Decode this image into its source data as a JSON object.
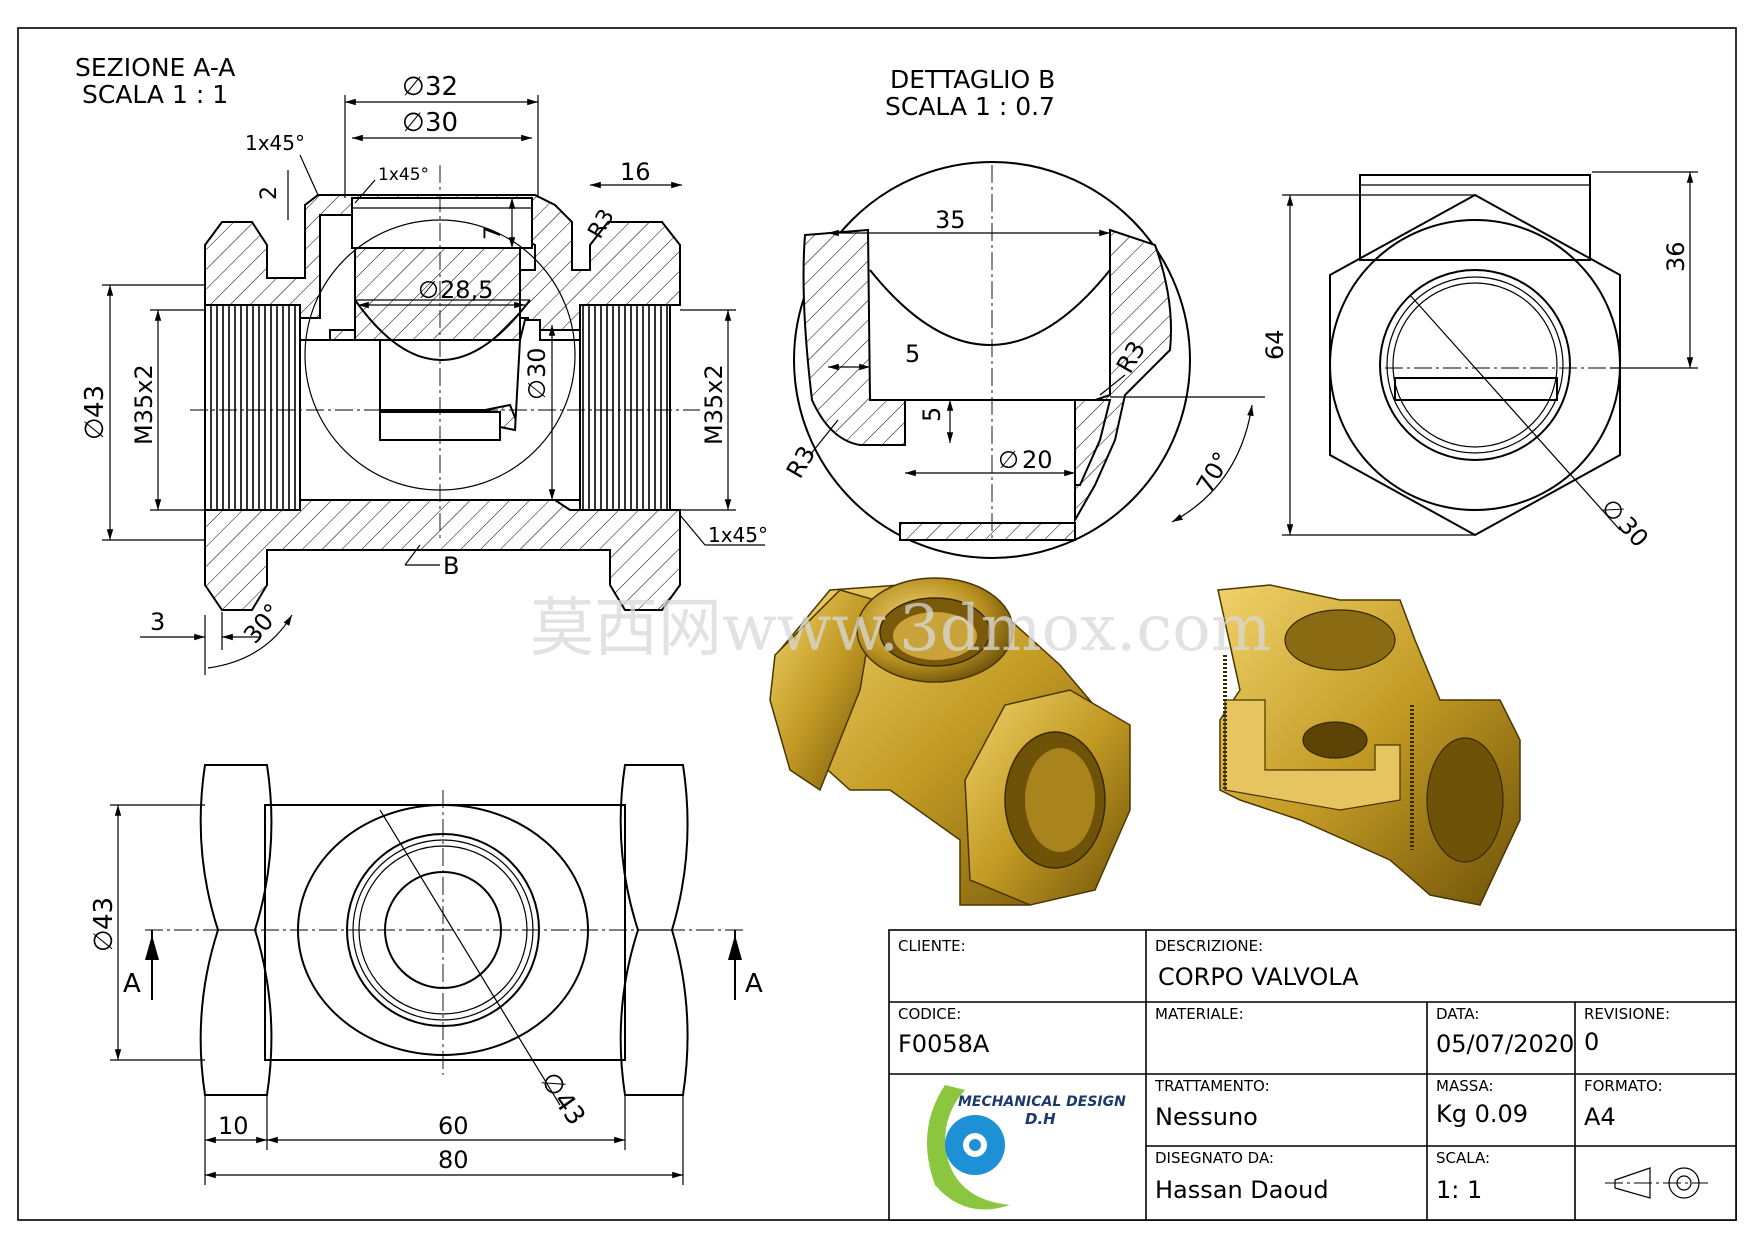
{
  "section_view": {
    "title_line1": "SEZIONE A-A",
    "title_line2": "SCALA 1 : 1",
    "dims": {
      "d_outer_top": "32",
      "d_inner_top": "30",
      "chamfer_outer": "1x45°",
      "chamfer_inner": "1x45°",
      "depth_2": "2",
      "depth_7": "7",
      "width_16": "16",
      "radius_r3": "R3",
      "d_28_5": "28,5",
      "d_30_vert": "30",
      "d_43": "43",
      "thread_left": "M35x2",
      "thread_right": "M35x2",
      "chamfer_right": "1x45°",
      "detail_ref": "B",
      "len_3": "3",
      "angle_30": "30°"
    }
  },
  "detail_view": {
    "title_line1": "DETTAGLIO B",
    "title_line2": "SCALA 1 : 0.7",
    "dims": {
      "w_35": "35",
      "w_5": "5",
      "h_5": "5",
      "d_20": "20",
      "r3_left": "R3",
      "r3_right": "R3",
      "angle_70": "70°"
    }
  },
  "side_view": {
    "dims": {
      "h_64": "64",
      "h_36": "36",
      "d_30": "30"
    }
  },
  "bottom_view": {
    "dims": {
      "d_43_left": "43",
      "d_43_diag": "43",
      "w_10": "10",
      "w_60": "60",
      "w_80": "80"
    },
    "section_mark_left": "A",
    "section_mark_right": "A"
  },
  "diameter_symbol": "∅",
  "watermark": "莫西网www.3dmox.com",
  "title_block": {
    "cliente_label": "CLIENTE:",
    "cliente_value": "",
    "descrizione_label": "DESCRIZIONE:",
    "descrizione_value": "CORPO VALVOLA",
    "codice_label": "CODICE:",
    "codice_value": "F0058A",
    "materiale_label": "MATERIALE:",
    "materiale_value": "",
    "data_label": "DATA:",
    "data_value": "05/07/2020",
    "revisione_label": "REVISIONE:",
    "revisione_value": "0",
    "trattamento_label": "TRATTAMENTO:",
    "trattamento_value": "Nessuno",
    "massa_label": "MASSA:",
    "massa_value": "Kg 0.09",
    "formato_label": "FORMATO:",
    "formato_value": "A4",
    "disegnato_label": "DISEGNATO DA:",
    "disegnato_value": "Hassan Daoud",
    "scala_label": "SCALA:",
    "scala_value": "1: 1",
    "logo_line1": "MECHANICAL DESIGN",
    "logo_line2": "D.H"
  },
  "colors": {
    "brass_light": "#d9b33a",
    "brass_mid": "#b08a1c",
    "brass_dark": "#6e5208",
    "logo_green": "#8cc63f",
    "logo_blue": "#1e90d6",
    "logo_text": "#1b3a6b"
  }
}
